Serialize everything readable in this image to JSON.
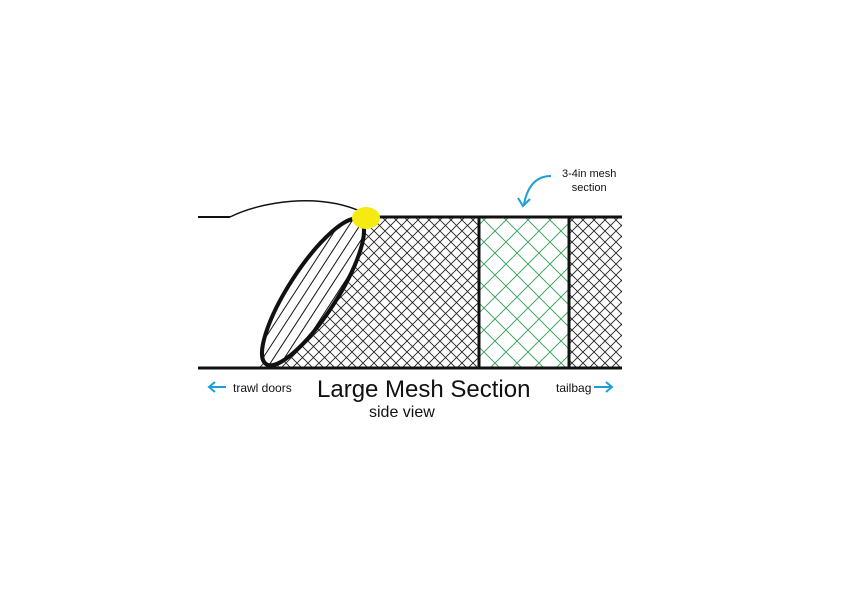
{
  "title": "Large Mesh Section",
  "subtitle": "side view",
  "labels": {
    "left": "trawl doors",
    "right": "tailbag",
    "mesh": "3-4in mesh\nsection"
  },
  "colors": {
    "line": "#111111",
    "large_mesh": "#222222",
    "small_mesh": "#2e9e55",
    "float": "#f5ea12",
    "arrow": "#1a9fd8",
    "background": "#ffffff"
  },
  "icons": {
    "left_arrow": "arrow-left-icon",
    "right_arrow": "arrow-right-icon",
    "callout_arrow": "curved-arrow-down-icon"
  }
}
